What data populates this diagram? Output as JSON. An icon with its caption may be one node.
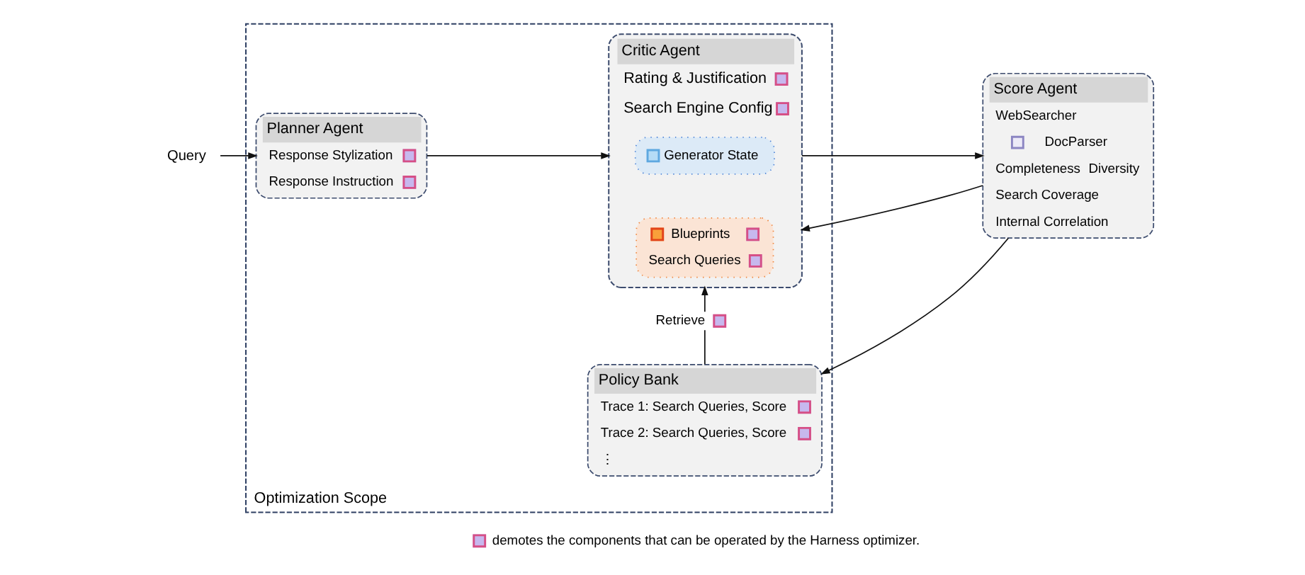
{
  "diagram": {
    "nodes": [
      {
        "text": [
          "Query"
        ]
      },
      {
        "text": [
          "Optimization Scope"
        ]
      },
      {
        "text": [
          "Planner Agent",
          "Response Stylization",
          "Response Instruction"
        ],
        "in": 1
      },
      {
        "text": [
          "Critic Agent",
          "Rating & Justification",
          "Search Engine Config"
        ],
        "in": 1
      },
      {
        "text": [
          "Generator State"
        ],
        "in": 3
      },
      {
        "text": [
          "Blueprints",
          "Search Queries"
        ],
        "in": 3
      },
      {
        "text": [
          "Policy Bank",
          "Trace 1: Search Queries, Score",
          "Trace 2: Search Queries, Score",
          "⋮"
        ],
        "in": 1
      },
      {
        "text": [
          "Score Agent",
          "WebSearcher",
          "DocParser",
          "Completeness",
          "Diversity",
          "Search Coverage",
          "Internal Correlation"
        ]
      }
    ],
    "edges": [
      {
        "from": 0,
        "to": 2,
        "arrow": "to"
      },
      {
        "from": 2,
        "to": 3,
        "arrow": "to"
      },
      {
        "from": 3,
        "to": 7,
        "arrow": "to"
      },
      {
        "from": 6,
        "to": 3,
        "arrow": "to",
        "label": "Retrieve"
      },
      {
        "from": 7,
        "to": 3,
        "arrow": "to"
      },
      {
        "from": 7,
        "to": 6,
        "arrow": "to"
      }
    ],
    "legend": [
      {
        "text": "demotes the components that can be operated by the Harness optimizer."
      }
    ]
  }
}
